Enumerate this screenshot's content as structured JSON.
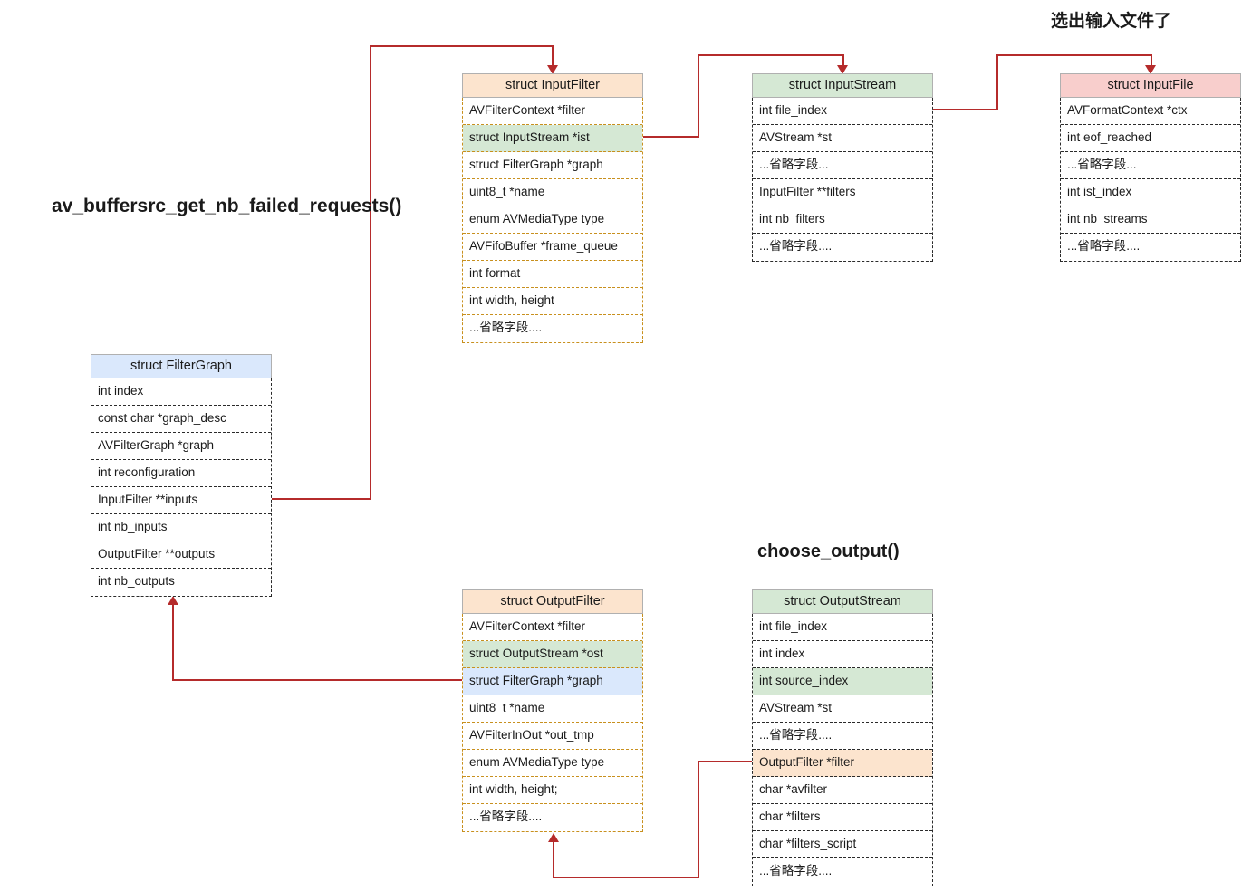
{
  "labels": {
    "chinese_note": "选出输入文件了",
    "buffersrc_fn": "av_buffersrc_get_nb_failed_requests()",
    "choose_output_fn": "choose_output()"
  },
  "colors": {
    "orange": "#fce4ce",
    "green": "#d5e8d4",
    "pink": "#f8cecc",
    "blue": "#dae8fc",
    "wire": "#b52b2b"
  },
  "structs": {
    "input_filter": {
      "title": "struct InputFilter",
      "rows": [
        {
          "text": "AVFilterContext *filter",
          "fill": ""
        },
        {
          "text": "struct InputStream *ist",
          "fill": "r-green"
        },
        {
          "text": "struct FilterGraph *graph",
          "fill": ""
        },
        {
          "text": "uint8_t  *name",
          "fill": ""
        },
        {
          "text": "enum AVMediaType type",
          "fill": ""
        },
        {
          "text": "AVFifoBuffer *frame_queue",
          "fill": ""
        },
        {
          "text": "int format",
          "fill": ""
        },
        {
          "text": "int width, height",
          "fill": ""
        },
        {
          "text": "...省略字段....",
          "fill": ""
        }
      ]
    },
    "input_stream": {
      "title": "struct InputStream",
      "rows": [
        {
          "text": "int file_index",
          "fill": ""
        },
        {
          "text": "AVStream *st",
          "fill": ""
        },
        {
          "text": "...省略字段...",
          "fill": ""
        },
        {
          "text": "InputFilter **filters",
          "fill": ""
        },
        {
          "text": "int  nb_filters",
          "fill": ""
        },
        {
          "text": "...省略字段....",
          "fill": ""
        }
      ]
    },
    "input_file": {
      "title": "struct InputFile",
      "rows": [
        {
          "text": "AVFormatContext *ctx",
          "fill": ""
        },
        {
          "text": "int eof_reached",
          "fill": ""
        },
        {
          "text": "...省略字段...",
          "fill": ""
        },
        {
          "text": "int ist_index",
          "fill": ""
        },
        {
          "text": "int nb_streams",
          "fill": ""
        },
        {
          "text": "...省略字段....",
          "fill": ""
        }
      ]
    },
    "filter_graph": {
      "title": "struct FilterGraph",
      "rows": [
        {
          "text": "int index",
          "fill": ""
        },
        {
          "text": "const char *graph_desc",
          "fill": ""
        },
        {
          "text": "AVFilterGraph *graph",
          "fill": ""
        },
        {
          "text": "int reconfiguration",
          "fill": ""
        },
        {
          "text": "InputFilter **inputs",
          "fill": ""
        },
        {
          "text": "int  nb_inputs",
          "fill": ""
        },
        {
          "text": "OutputFilter **outputs",
          "fill": ""
        },
        {
          "text": "int  nb_outputs",
          "fill": ""
        }
      ]
    },
    "output_filter": {
      "title": "struct OutputFilter",
      "rows": [
        {
          "text": "AVFilterContext *filter",
          "fill": ""
        },
        {
          "text": "struct OutputStream *ost",
          "fill": "r-green"
        },
        {
          "text": "struct FilterGraph *graph",
          "fill": "r-blue"
        },
        {
          "text": "uint8_t  *name",
          "fill": ""
        },
        {
          "text": "AVFilterInOut *out_tmp",
          "fill": ""
        },
        {
          "text": "enum AVMediaType type",
          "fill": ""
        },
        {
          "text": "int width, height;",
          "fill": ""
        },
        {
          "text": "...省略字段....",
          "fill": ""
        }
      ]
    },
    "output_stream": {
      "title": "struct OutputStream",
      "rows": [
        {
          "text": "int file_index",
          "fill": ""
        },
        {
          "text": "int index",
          "fill": ""
        },
        {
          "text": "int source_index",
          "fill": "r-green"
        },
        {
          "text": "AVStream *st",
          "fill": ""
        },
        {
          "text": "...省略字段....",
          "fill": ""
        },
        {
          "text": "OutputFilter *filter",
          "fill": "r-orange"
        },
        {
          "text": "char *avfilter",
          "fill": ""
        },
        {
          "text": "char *filters",
          "fill": ""
        },
        {
          "text": "char *filters_script",
          "fill": ""
        },
        {
          "text": "...省略字段....",
          "fill": ""
        }
      ]
    }
  }
}
